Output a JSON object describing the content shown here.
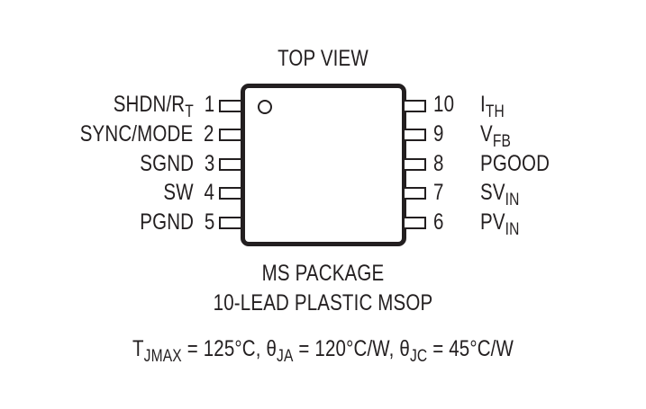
{
  "title": "TOP VIEW",
  "package": {
    "name": "MS PACKAGE",
    "description": "10-LEAD PLASTIC MSOP"
  },
  "left_pins": [
    {
      "number": "1",
      "name": "SHDN/R",
      "sub": "T"
    },
    {
      "number": "2",
      "name": "SYNC/MODE",
      "sub": ""
    },
    {
      "number": "3",
      "name": "SGND",
      "sub": ""
    },
    {
      "number": "4",
      "name": "SW",
      "sub": ""
    },
    {
      "number": "5",
      "name": "PGND",
      "sub": ""
    }
  ],
  "right_pins": [
    {
      "number": "10",
      "name": "I",
      "sub": "TH"
    },
    {
      "number": "9",
      "name": "V",
      "sub": "FB"
    },
    {
      "number": "8",
      "name": "PGOOD",
      "sub": ""
    },
    {
      "number": "7",
      "name": "SV",
      "sub": "IN"
    },
    {
      "number": "6",
      "name": "PV",
      "sub": "IN"
    }
  ],
  "thermal": {
    "tjmax_symbol": "T",
    "tjmax_sub": "JMAX",
    "tjmax_value": " = 125°C, ",
    "theta_ja_symbol": "θ",
    "theta_ja_sub": "JA",
    "theta_ja_value": " = 120°C/W, ",
    "theta_jc_symbol": "θ",
    "theta_jc_sub": "JC",
    "theta_jc_value": " = 45°C/W"
  },
  "colors": {
    "ink": "#231f20",
    "background": "#ffffff"
  }
}
